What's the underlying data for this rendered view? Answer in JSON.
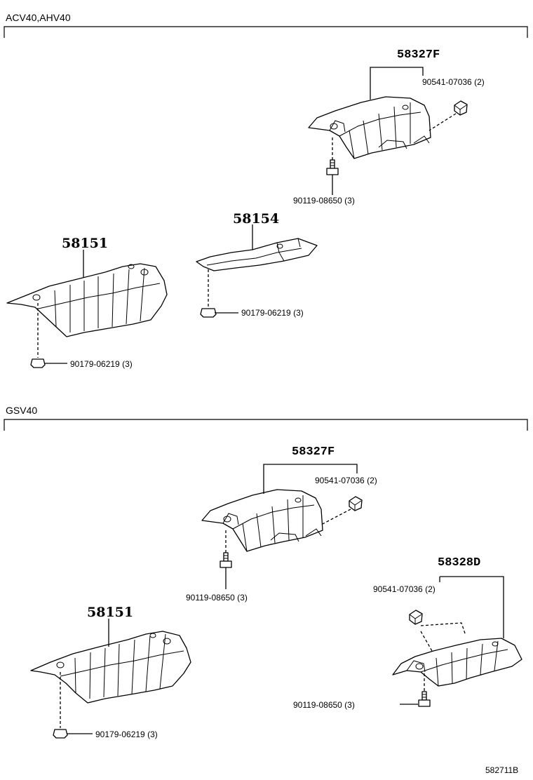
{
  "sections": [
    {
      "label": "ACV40,AHV40",
      "parts": {
        "shield_upper": {
          "number": "58327F",
          "clip": "90541-07036 (2)",
          "bolt": "90119-08650 (3)"
        },
        "shield_mid": {
          "number": "58154",
          "nut": "90179-06219 (3)"
        },
        "shield_front": {
          "number": "58151",
          "nut": "90179-06219 (3)"
        }
      }
    },
    {
      "label": "GSV40",
      "parts": {
        "shield_upper": {
          "number": "58327F",
          "clip": "90541-07036 (2)",
          "bolt": "90119-08650 (3)"
        },
        "shield_front": {
          "number": "58151",
          "nut": "90179-06219 (3)"
        },
        "shield_rear": {
          "number": "58328D",
          "clip": "90541-07036 (2)",
          "bolt": "90119-08650 (3)"
        }
      }
    }
  ],
  "drawing_id": "582711B"
}
